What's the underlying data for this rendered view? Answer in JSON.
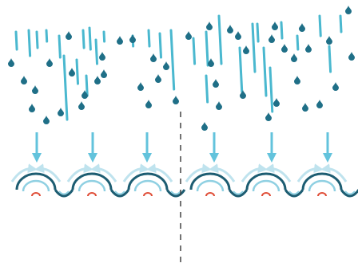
{
  "colors": {
    "rain_streak": "#4ab8cf",
    "drop": "#1f6f87",
    "arrow": "#63c3dc",
    "flow_arrow": "#bfe3ee",
    "ripple_dark": "#1d5d72",
    "ripple_light": "#8fd0e2",
    "red_mark": "#e0503a",
    "divider": "#444444",
    "background": "#ffffff"
  },
  "down_arrow_count": 6,
  "wave_cell_count": 6,
  "divider_style": "dashed"
}
